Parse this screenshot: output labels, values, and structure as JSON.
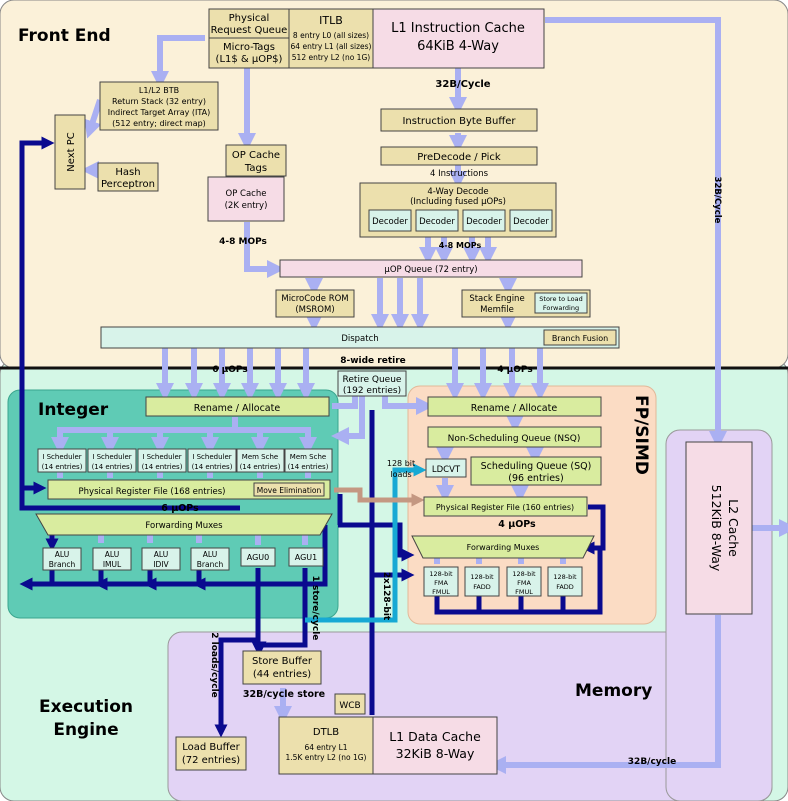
{
  "regions": {
    "front_end": "Front End",
    "integer": "Integer",
    "fp_simd": "FP/SIMD",
    "memory": "Memory",
    "execution_engine": [
      "Execution",
      "Engine"
    ]
  },
  "front_end": {
    "pq_tags": [
      "Physical",
      "Request Queue",
      "Micro-Tags",
      "(L1$ & µOP$)"
    ],
    "itlb_title": "ITLB",
    "itlb_lines": [
      "8 entry L0 (all sizes)",
      "64 entry L1 (all sizes)",
      "512 entry L2 (no 1G)"
    ],
    "l1i": [
      "L1 Instruction Cache",
      "64KiB 4-Way"
    ],
    "btb": [
      "L1/L2 BTB",
      "Return Stack (32 entry)",
      "Indirect Target Array (ITA)",
      "(512 entry; direct map)"
    ],
    "next_pc": "Next PC",
    "hash": [
      "Hash",
      "Perceptron"
    ],
    "l1i_rate": "32B/Cycle",
    "ibb": "Instruction Byte Buffer",
    "predecode": "PreDecode / Pick",
    "four_instr": "4 Instructions",
    "decode_title": [
      "4-Way Decode",
      "(Including fused µOPs)"
    ],
    "decoder": "Decoder",
    "mops_a": "4-8 MOPs",
    "mops_b": "4-8 MOPs",
    "op_tags": [
      "OP Cache",
      "Tags"
    ],
    "op_cache": [
      "OP Cache",
      "(2K entry)"
    ],
    "uop_queue": "µOP Queue (72 entry)",
    "msrom": [
      "MicroCode ROM",
      "(MSROM)"
    ],
    "stack_engine": [
      "Stack Engine",
      "Memfile"
    ],
    "store_to_load": [
      "Store to Load",
      "Forwarding"
    ],
    "dispatch": "Dispatch",
    "branch_fusion": "Branch Fusion",
    "l2_rate_label": "32B/Cycle"
  },
  "integer": {
    "six_uops_top": "6 µOPs",
    "retire_rate": "8-wide retire",
    "retire_queue": [
      "Retire Queue",
      "(192 entries)"
    ],
    "rename": "Rename / Allocate",
    "schedulers": [
      [
        "I Scheduler",
        "(14 entries)"
      ],
      [
        "I Scheduler",
        "(14 entries)"
      ],
      [
        "I Scheduler",
        "(14 entries)"
      ],
      [
        "I Scheduler",
        "(14 entries)"
      ],
      [
        "Mem Sche",
        "(14 entries)"
      ],
      [
        "Mem Sche",
        "(14 entries)"
      ]
    ],
    "prf": "Physical Register File (168 entries)",
    "move_elim": "Move Elimination",
    "six_uops": "6 µOPs",
    "fwd": "Forwarding Muxes",
    "alus": [
      [
        "ALU",
        "Branch"
      ],
      [
        "ALU",
        "IMUL"
      ],
      [
        "ALU",
        "IDIV"
      ],
      [
        "ALU",
        "Branch"
      ]
    ],
    "agu0": "AGU0",
    "agu1": "AGU1"
  },
  "fp": {
    "four_uops_top": "4 µOPs",
    "rename": "Rename / Allocate",
    "nsq": "Non-Scheduling Queue (NSQ)",
    "loads_128": [
      "128 bit",
      "loads"
    ],
    "ldcvt": "LDCVT",
    "sq": [
      "Scheduling Queue (SQ)",
      "(96 entries)"
    ],
    "prf": "Physical Register File (160 entries)",
    "four_uops": "4 µOPs",
    "fwd": "Forwarding Muxes",
    "units": [
      [
        "128-bit",
        "FMA",
        "FMUL"
      ],
      [
        "128-bit",
        "FADD"
      ],
      [
        "128-bit",
        "FMA",
        "FMUL"
      ],
      [
        "128-bit",
        "FADD"
      ]
    ]
  },
  "memory": {
    "store_buffer": [
      "Store Buffer",
      "(44 entries)"
    ],
    "store_rate": "32B/cycle store",
    "loads_rate": "2 loads/cycle",
    "store_cycle": "1 store/cycle",
    "bw_128": "2x128-bit",
    "wcb": "WCB",
    "dtlb": "DTLB",
    "dtlb_lines": [
      "64 entry L1",
      "1.5K entry L2 (no 1G)"
    ],
    "l1d": [
      "L1 Data Cache",
      "32KiB 8-Way"
    ],
    "load_buffer": [
      "Load Buffer",
      "(72 entries)"
    ],
    "l2": [
      "L2 Cache",
      "512KiB 8-Way"
    ],
    "l2_rate": "32B/cycle"
  },
  "colors": {
    "front_end_bg": "#fbf1d9",
    "exec_bg": "#d4f7e6",
    "integer_bg": "#5fcbb5",
    "fp_bg": "#fbdcc4",
    "memory_bg": "#e2d3f5",
    "tan_box": "#ece0ad",
    "pink_box": "#f6dce6",
    "mint_box": "#d8f3ea",
    "green_box": "#d9ec9f",
    "arrow_light": "#aab0f2",
    "arrow_dark": "#0a0a8f",
    "arrow_cyan": "#17a9d4",
    "arrow_brown": "#c49882"
  }
}
